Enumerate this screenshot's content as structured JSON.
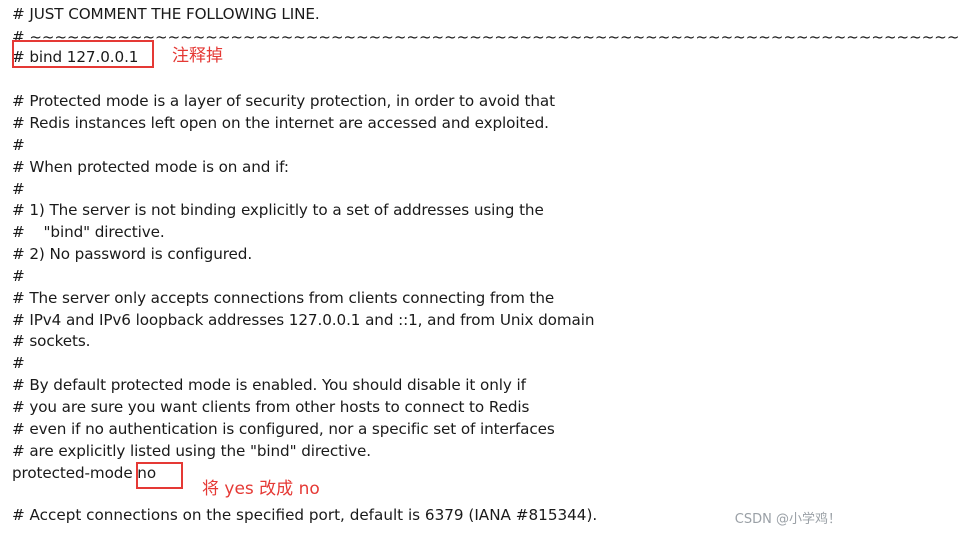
{
  "lines": [
    "# JUST COMMENT THE FOLLOWING LINE.",
    "# ~~~~~~~~~~~~~~~~~~~~~~~~~~~~~~~~~~~~~~~~~~~~~~~~~~~~~~~~~~~~~~~~~~~~~~~~~~",
    "# bind 127.0.0.1",
    "",
    "# Protected mode is a layer of security protection, in order to avoid that",
    "# Redis instances left open on the internet are accessed and exploited.",
    "#",
    "# When protected mode is on and if:",
    "#",
    "# 1) The server is not binding explicitly to a set of addresses using the",
    "#    \"bind\" directive.",
    "# 2) No password is configured.",
    "#",
    "# The server only accepts connections from clients connecting from the",
    "# IPv4 and IPv6 loopback addresses 127.0.0.1 and ::1, and from Unix domain",
    "# sockets.",
    "#",
    "# By default protected mode is enabled. You should disable it only if",
    "# you are sure you want clients from other hosts to connect to Redis",
    "# even if no authentication is configured, nor a specific set of interfaces",
    "# are explicitly listed using the \"bind\" directive.",
    "protected-mode no",
    "",
    "# Accept connections on the specified port, default is 6379 (IANA #815344)."
  ],
  "annotations": {
    "bind_note": "注释掉",
    "protected_note": "将 yes 改成 no"
  },
  "watermark": "CSDN @小学鸡！",
  "colors": {
    "text": "#1a1a1a",
    "highlight": "#e53935",
    "watermark": "#9aa0a6",
    "background": "#ffffff"
  }
}
